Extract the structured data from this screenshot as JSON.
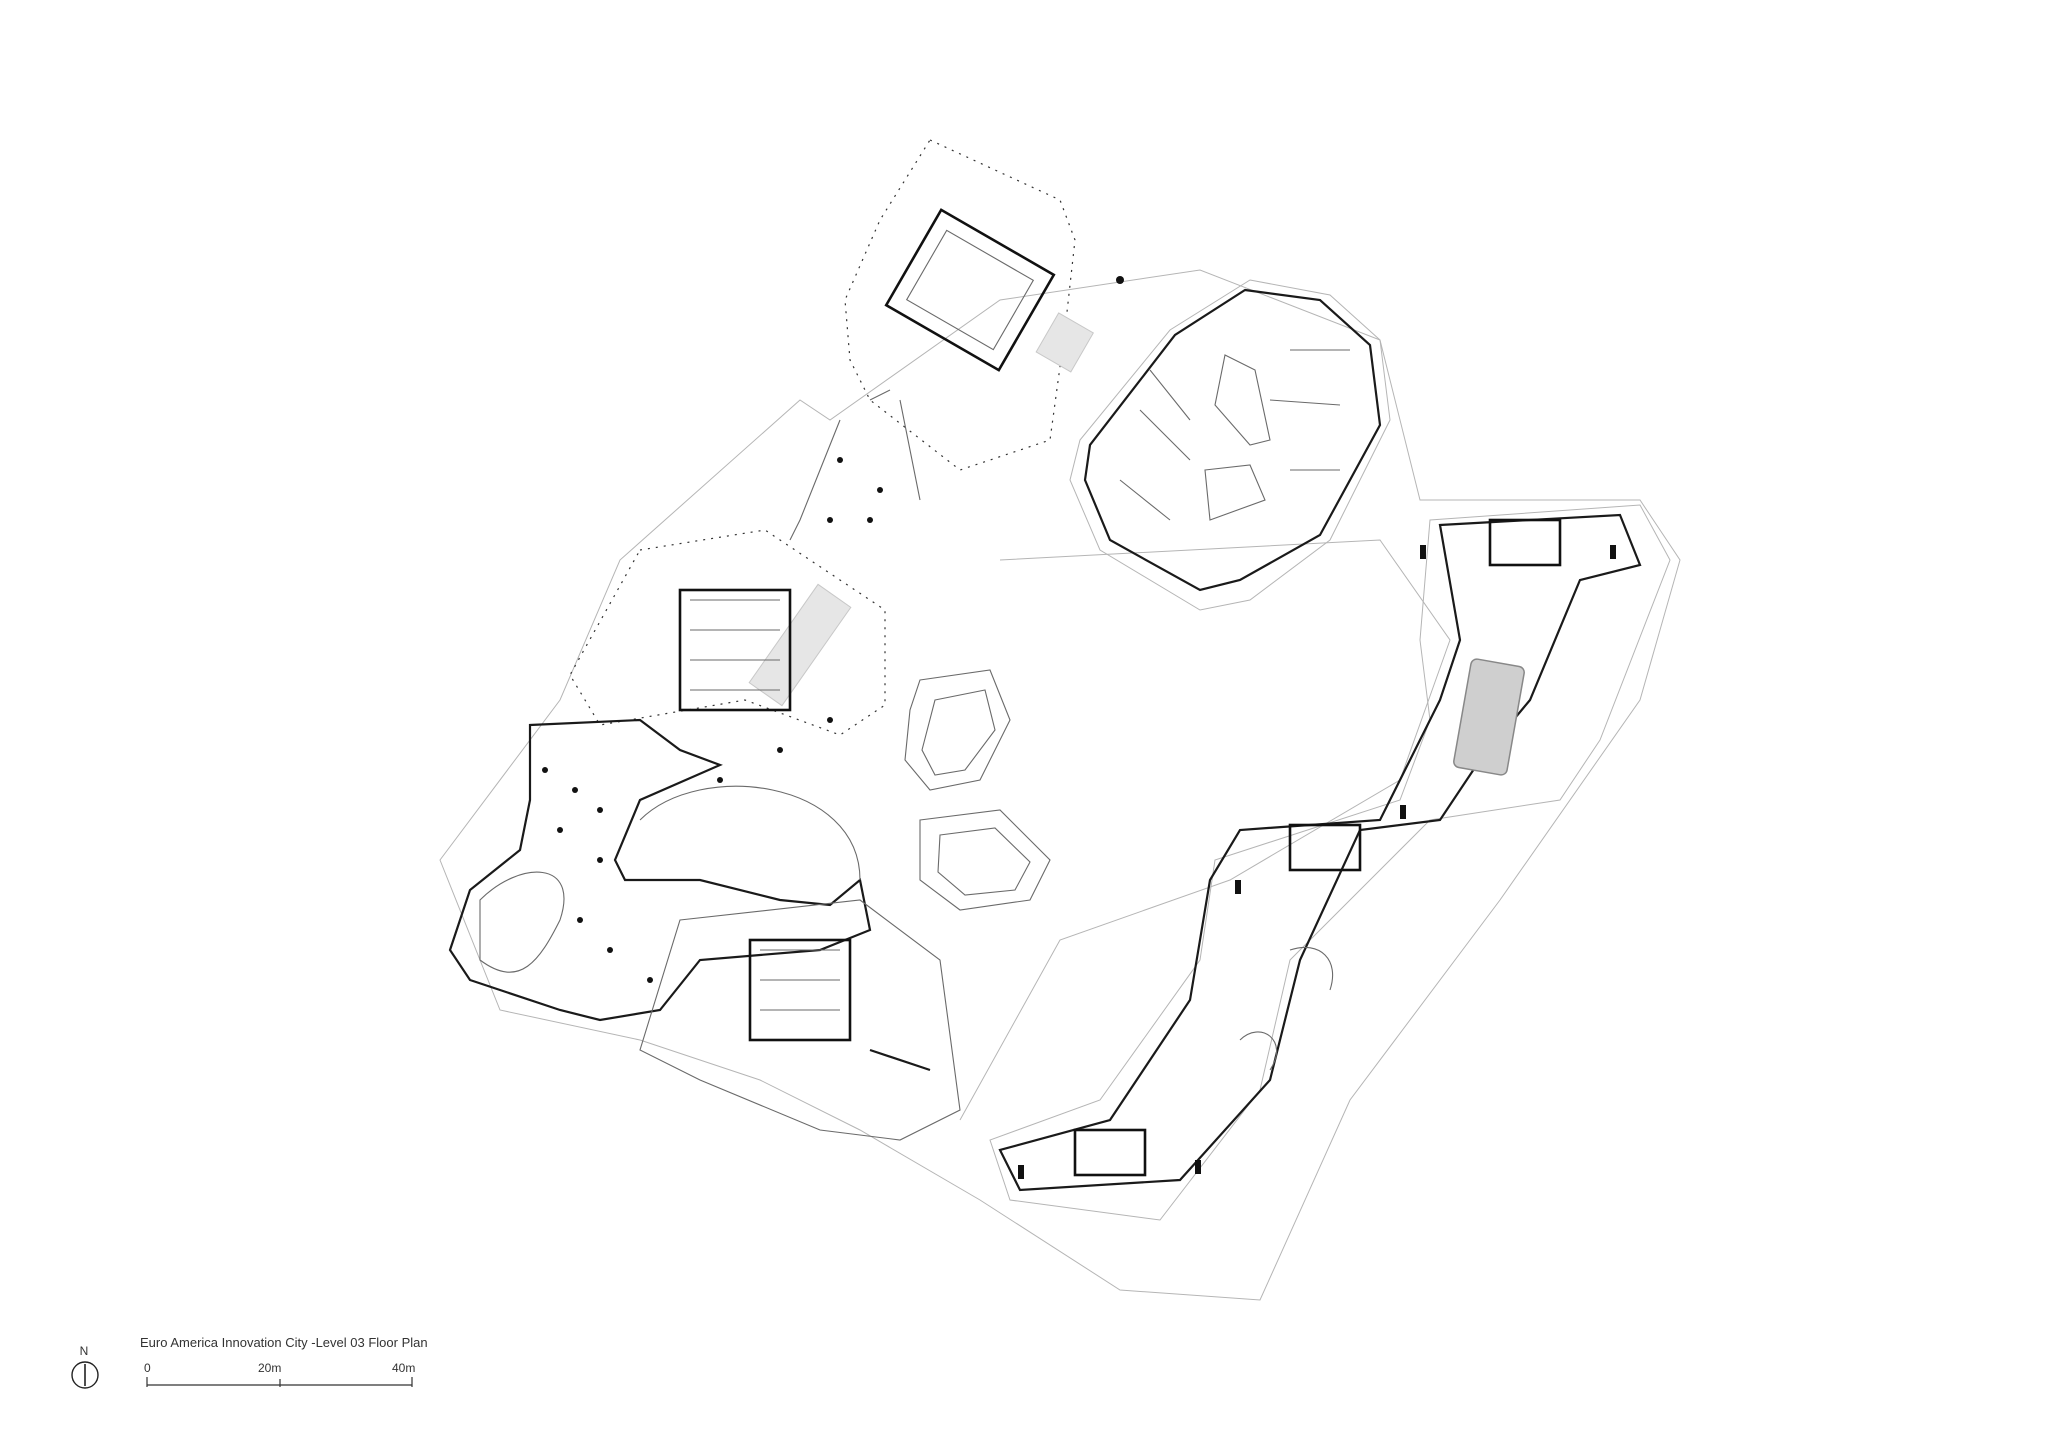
{
  "drawing": {
    "title": "Euro America Innovation City  -Level 03 Floor Plan"
  },
  "north_arrow": {
    "label": "N",
    "icon": "north-arrow-icon"
  },
  "scale_bar": {
    "ticks": [
      {
        "label": "0"
      },
      {
        "label": "20m"
      },
      {
        "label": "40m"
      }
    ]
  },
  "colors": {
    "ink": "#1a1a1a",
    "line": "#6a6a6a",
    "faint": "#b5b5b5",
    "hatch": "#e6e6e6",
    "background": "#ffffff"
  }
}
